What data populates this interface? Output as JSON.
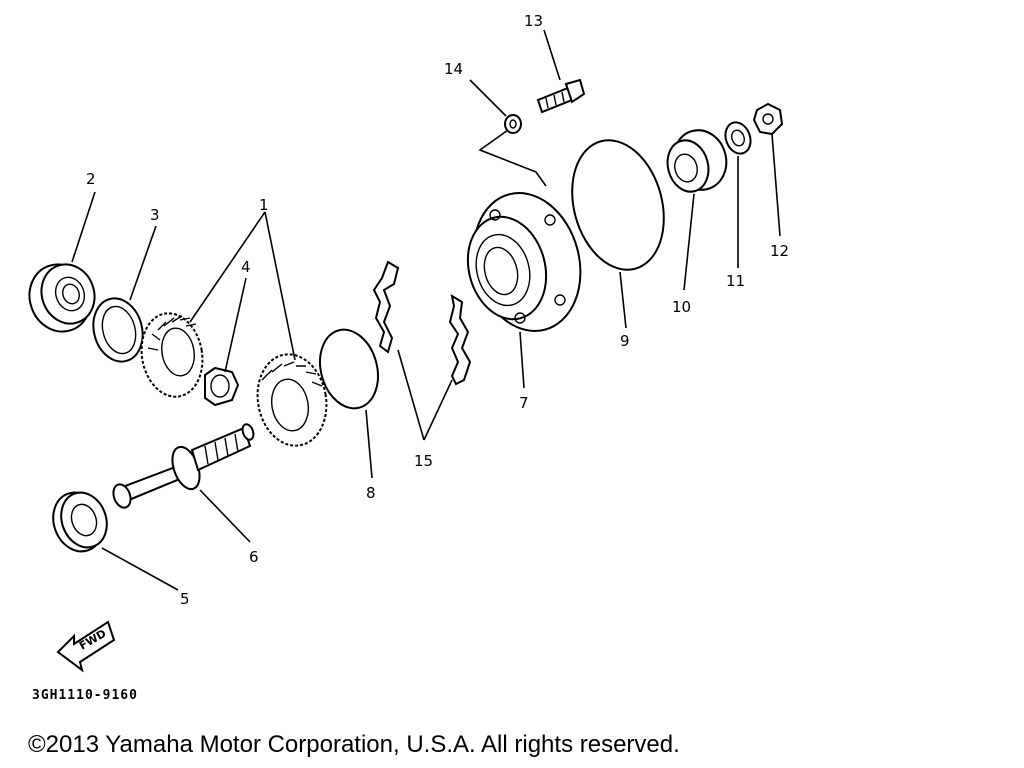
{
  "callouts": {
    "n1": "1",
    "n2": "2",
    "n3": "3",
    "n4": "4",
    "n5": "5",
    "n6": "6",
    "n7": "7",
    "n8": "8",
    "n9": "9",
    "n10": "10",
    "n11": "11",
    "n12": "12",
    "n13": "13",
    "n14": "14",
    "n15": "15"
  },
  "fwd_label": "FWD",
  "diagram_code": "3GH1110-9160",
  "copyright": "©2013 Yamaha Motor Corporation, U.S.A. All rights reserved."
}
